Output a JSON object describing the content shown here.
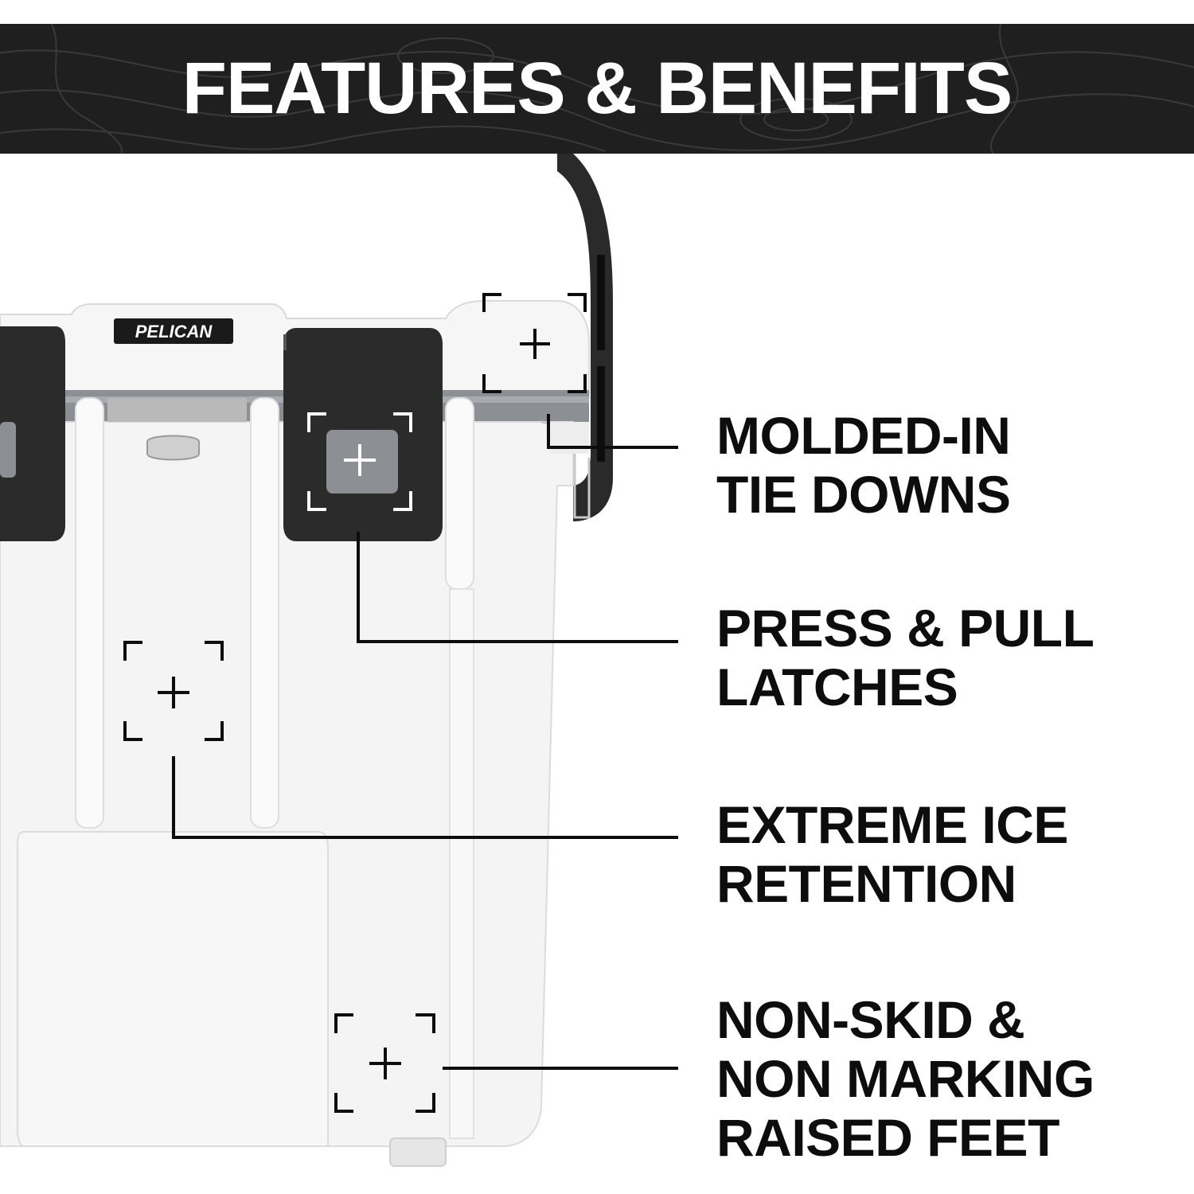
{
  "header": {
    "title": "FEATURES & BENEFITS"
  },
  "product": {
    "logo_text": "PELICAN"
  },
  "features": [
    {
      "lines": [
        "MOLDED-IN",
        "TIE DOWNS"
      ]
    },
    {
      "lines": [
        "PRESS & PULL",
        "LATCHES"
      ]
    },
    {
      "lines": [
        "EXTREME ICE",
        "RETENTION"
      ]
    },
    {
      "lines": [
        "NON-SKID &",
        "NON MARKING",
        "RAISED FEET"
      ]
    }
  ],
  "colors": {
    "header_bg": "#1f1f1f",
    "cooler_body": "#f4f4f4",
    "latch": "#2b2b2b",
    "accent_grey": "#8c8f93",
    "text": "#0d0d0d"
  }
}
